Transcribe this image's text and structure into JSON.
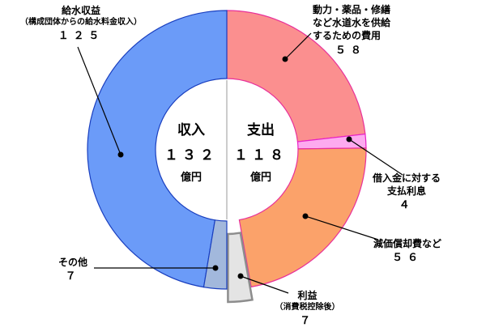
{
  "chart_data": {
    "type": "pie",
    "subtype": "paired-half-donut",
    "title": "",
    "legend_position": "callout-labels",
    "left": {
      "title": "収入",
      "total": 132,
      "total_label": "１３２",
      "unit": "億円"
    },
    "right": {
      "title": "支出",
      "total": 118,
      "total_label": "１１８",
      "unit": "億円"
    },
    "segments_left": [
      {
        "id": "kyusui",
        "name": "給水収益（構成団体からの給水料金収入）",
        "value": 125,
        "fill": "#6b9bf8",
        "stroke": "#1a3fbf"
      },
      {
        "id": "sonota",
        "name": "その他",
        "value": 7,
        "fill": "#a2b8dc",
        "stroke": "#1a3fbf"
      }
    ],
    "segments_right": [
      {
        "id": "doryoku",
        "name": "動力・薬品・修繕など水道水を供給するための費用",
        "value": 58,
        "fill": "#fb8f8f",
        "stroke": "#e8309a"
      },
      {
        "id": "shiharai",
        "name": "借入金に対する支払利息",
        "value": 4,
        "fill": "#fdaaef",
        "stroke": "#e820c8"
      },
      {
        "id": "genka",
        "name": "減価償却費など",
        "value": 56,
        "fill": "#fba26a",
        "stroke": "#e8309a"
      },
      {
        "id": "rieki",
        "name": "利益（消費税控除後）",
        "value": 7,
        "fill": "#e4e4e4",
        "stroke": "#8d8d8d",
        "exploded": true
      }
    ]
  },
  "labels": {
    "kyusui": {
      "lines": [
        "給水収益",
        "（構成団体からの給水料金収入）",
        "１２５"
      ]
    },
    "doryoku": {
      "lines": [
        "動力・薬品・修繕",
        "など水道水を供給",
        "するための費用",
        "５８"
      ]
    },
    "shiharai": {
      "lines": [
        "借入金に対する",
        "支払利息",
        "４"
      ]
    },
    "genka": {
      "lines": [
        "減価償却費など",
        "５６"
      ]
    },
    "sonota": {
      "lines": [
        "その他",
        "７"
      ]
    },
    "rieki": {
      "lines": [
        "利益",
        "（消費税控除後）",
        "７"
      ]
    }
  }
}
